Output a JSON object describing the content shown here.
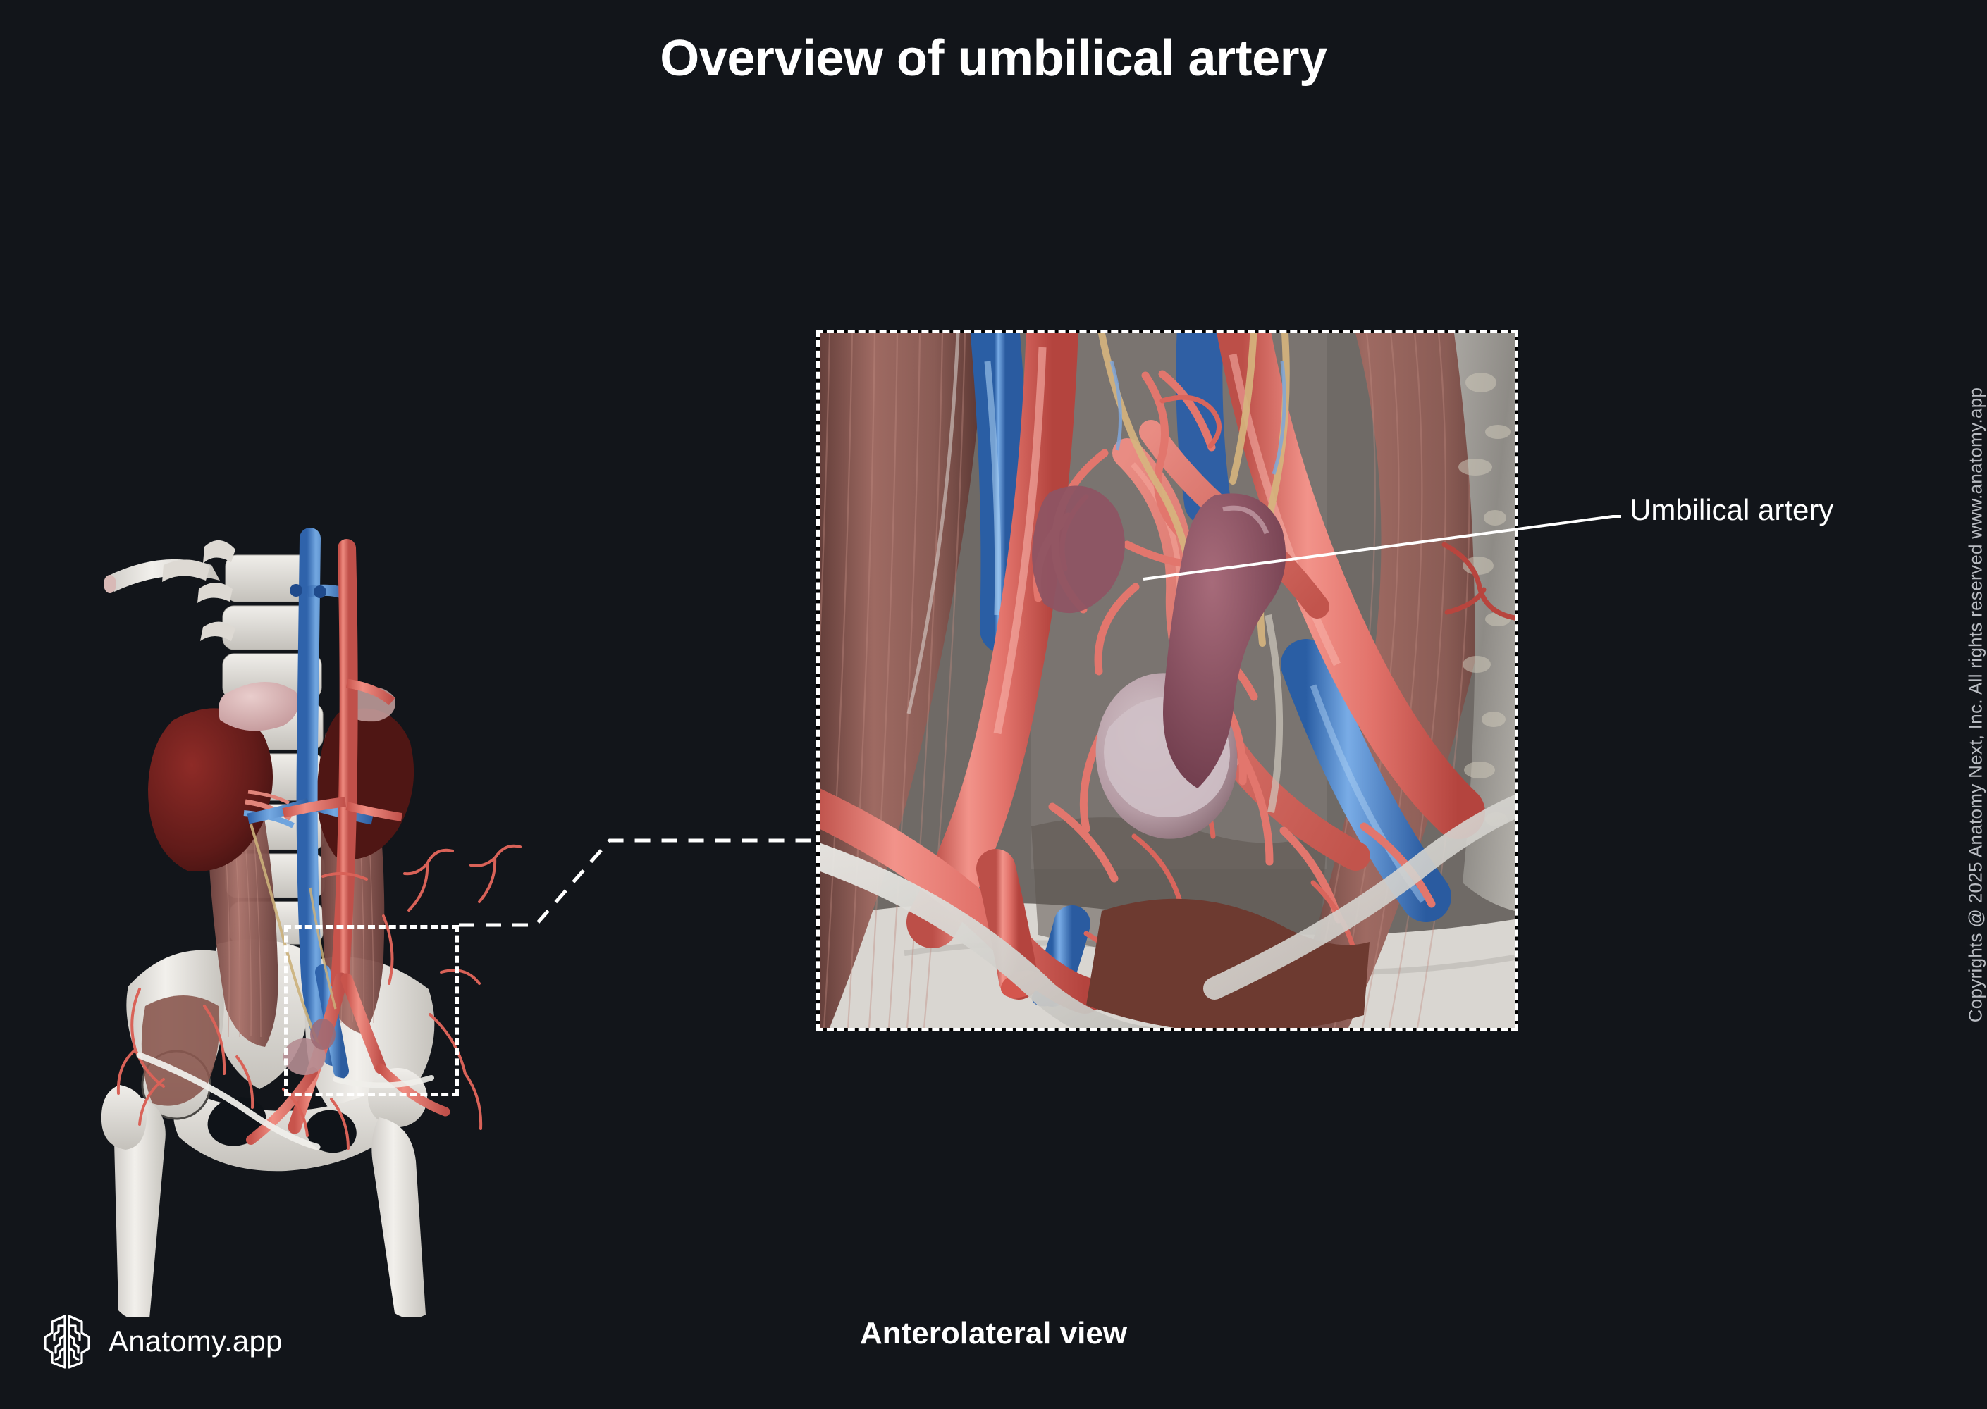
{
  "title": "Overview of umbilical artery",
  "view_caption": "Anterolateral view",
  "brand": {
    "name": "Anatomy.app",
    "logo_icon": "brain-hexagon-icon"
  },
  "copyright": "Copyrights @ 2025 Anatomy Next, Inc. All rights reserved www.anatomy.app",
  "annotations": [
    {
      "label": "Umbilical artery",
      "leader": "line-from-inset-to-label"
    }
  ],
  "colors": {
    "background": "#12151a",
    "text": "#ffffff",
    "copyright_text": "#b9bcc2",
    "callout_border": "#ffffff",
    "artery": "#e5726a",
    "artery_dark": "#c4443c",
    "vein": "#4c86ca",
    "vein_dark": "#2f5f9e",
    "bone": "#e8e6e2",
    "muscle": "#9c6a63",
    "muscle_dark": "#6d4641",
    "kidney": "#6e1f1d",
    "organ_pink": "#b98f96",
    "nerve": "#d9c08a"
  },
  "figures": {
    "overview": {
      "name": "overview-pelvis-abdomen",
      "description": "Anterolateral view of lumbar spine, kidneys, abdominal aorta, inferior vena cava, psoas muscles, pelvis and femurs",
      "structures": [
        "lumbar vertebrae",
        "rib",
        "kidney",
        "adrenal gland",
        "abdominal aorta",
        "inferior vena cava",
        "psoas major",
        "iliac crest",
        "femur",
        "common iliac arteries"
      ]
    },
    "inset": {
      "name": "magnified-umbilical-artery-region",
      "description": "Magnified pelvic region showing umbilical artery branching from internal iliac artery near the urinary bladder",
      "structures": [
        "umbilical artery",
        "internal iliac artery",
        "external iliac artery",
        "external iliac vein",
        "urinary bladder",
        "ureter",
        "psoas major",
        "iliacus",
        "inguinal ligament",
        "pelvic bone"
      ]
    }
  },
  "callouts": {
    "selection_box": "dashed-selection-rectangle",
    "connector": "dashed-connector-to-inset"
  }
}
